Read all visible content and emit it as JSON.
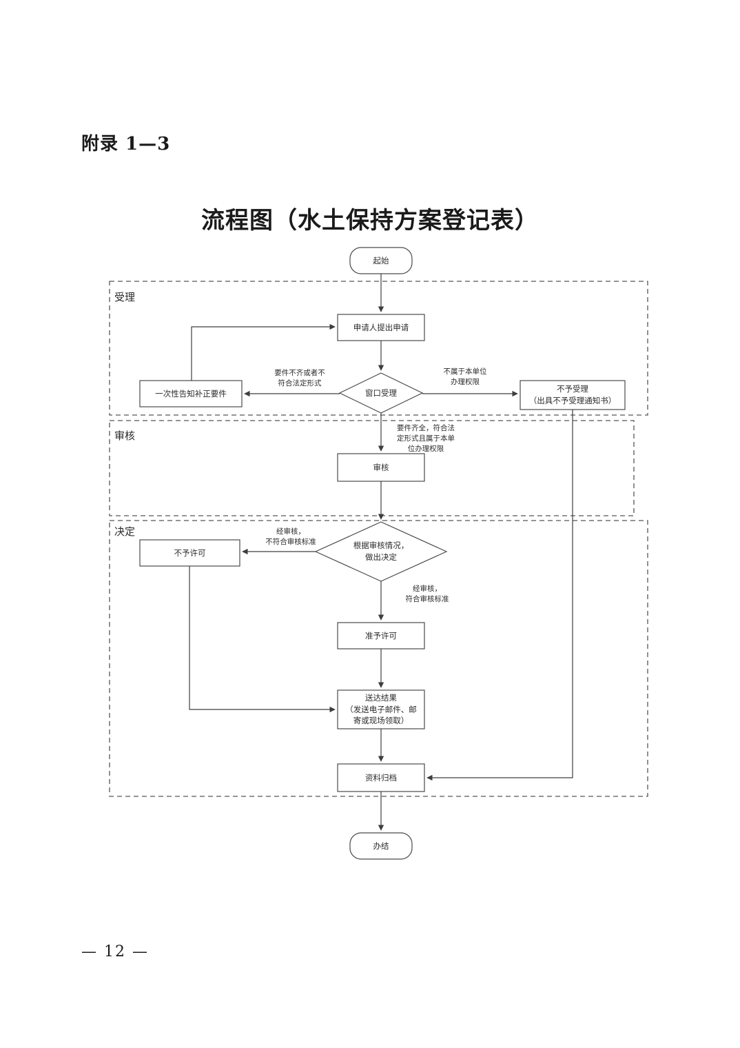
{
  "document": {
    "appendix_label": "附录 1—3",
    "title": "流程图（水土保持方案登记表）",
    "page_number": "— 12 —"
  },
  "lanes": [
    {
      "id": "acceptance",
      "label": "受理"
    },
    {
      "id": "review",
      "label": "审核"
    },
    {
      "id": "decision",
      "label": "决定"
    }
  ],
  "nodes": {
    "start": {
      "label": "起始",
      "shape": "terminator"
    },
    "apply": {
      "label": "申请人提出申请",
      "shape": "process"
    },
    "window": {
      "label": "窗口受理",
      "shape": "decision"
    },
    "notify_fix": {
      "label": "一次性告知补正要件",
      "shape": "process"
    },
    "reject_accept": {
      "line1": "不予受理",
      "line2": "（出具不予受理通知书）",
      "shape": "process"
    },
    "review_box": {
      "label": "审核",
      "shape": "process"
    },
    "decide": {
      "line1": "根据审核情况，",
      "line2": "做出决定",
      "shape": "decision"
    },
    "deny_permit": {
      "label": "不予许可",
      "shape": "process"
    },
    "grant_permit": {
      "label": "准予许可",
      "shape": "process"
    },
    "deliver": {
      "line1": "送达结果",
      "line2": "（发送电子邮件、邮",
      "line3": "寄或现场领取）",
      "shape": "process"
    },
    "archive": {
      "label": "资料归档",
      "shape": "process"
    },
    "end": {
      "label": "办结",
      "shape": "terminator"
    }
  },
  "edge_labels": {
    "incomplete": "要件不齐或者不\n符合法定形式",
    "out_of_scope": "不属于本单位\n办理权限",
    "complete": "要件齐全，符合法\n定形式且属于本单\n位办理权限",
    "fail_standard": "经审核，\n不符合审核标准",
    "pass_standard": "经审核，\n符合审核标准"
  },
  "style": {
    "stroke": "#4a4a4a",
    "lane_stroke": "#555555",
    "text": "#2b2b2b",
    "background": "#ffffff"
  }
}
